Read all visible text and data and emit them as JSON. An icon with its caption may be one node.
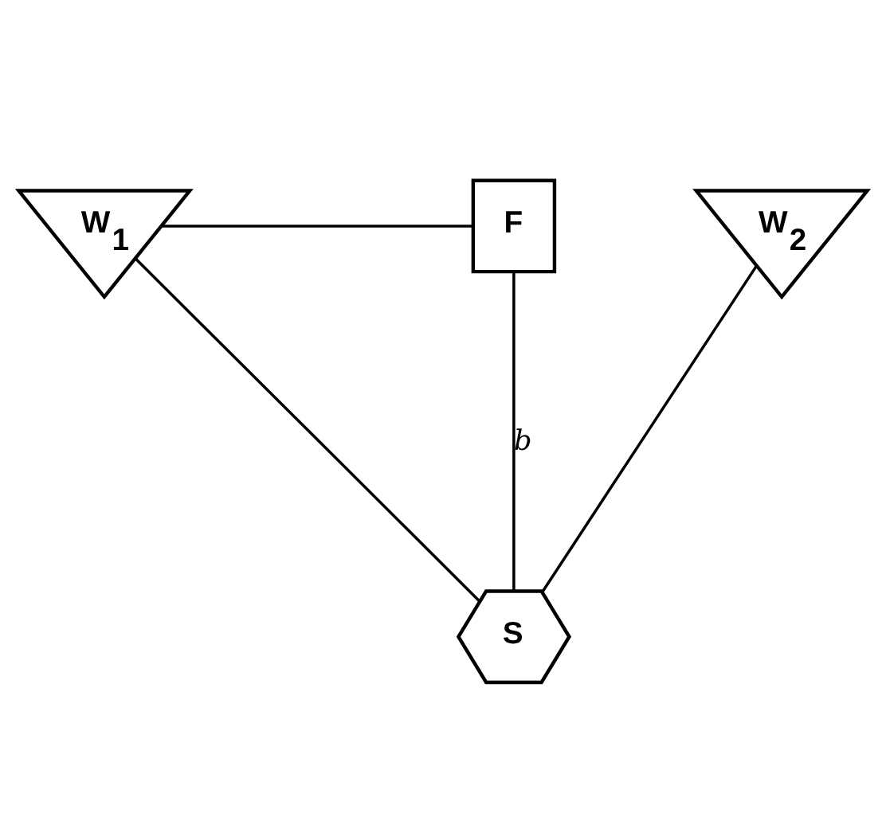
{
  "diagram": {
    "nodes": [
      {
        "text": [
          "W$_{1}$"
        ]
      },
      {
        "text": [
          "F"
        ]
      },
      {
        "text": [
          "W$_{2}$"
        ]
      },
      {
        "text": [
          "S"
        ]
      }
    ],
    "edges": [
      {
        "from": 0,
        "to": 1,
        "arrow": "none"
      },
      {
        "from": 1,
        "to": 3,
        "arrow": "none",
        "label": "b"
      },
      {
        "from": 0,
        "to": 3,
        "arrow": "none"
      },
      {
        "from": 2,
        "to": 3,
        "arrow": "none"
      }
    ]
  }
}
